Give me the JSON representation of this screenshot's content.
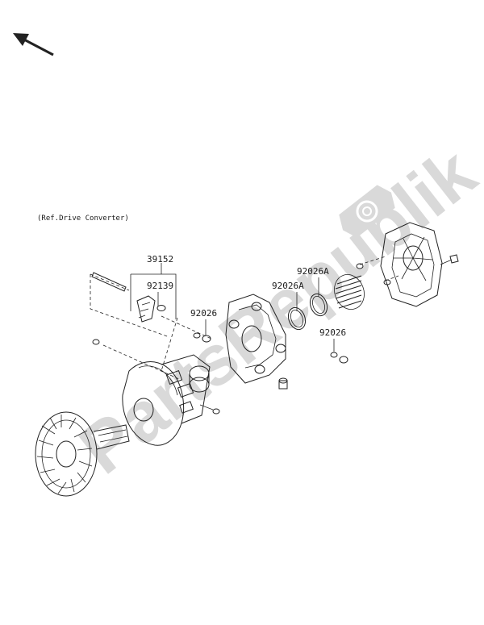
{
  "diagram": {
    "reference_note": "(Ref.Drive Converter)",
    "watermark": "PartsRepublik",
    "orientation_arrow": "front-direction-arrow",
    "parts": [
      {
        "id": "39152",
        "label": "39152"
      },
      {
        "id": "92139",
        "label": "92139"
      },
      {
        "id": "92026-left",
        "label": "92026"
      },
      {
        "id": "92026A-1",
        "label": "92026A"
      },
      {
        "id": "92026A-2",
        "label": "92026A"
      },
      {
        "id": "92026-right",
        "label": "92026"
      }
    ]
  },
  "colors": {
    "line": "#222222",
    "watermark": "#d9d9d9"
  }
}
